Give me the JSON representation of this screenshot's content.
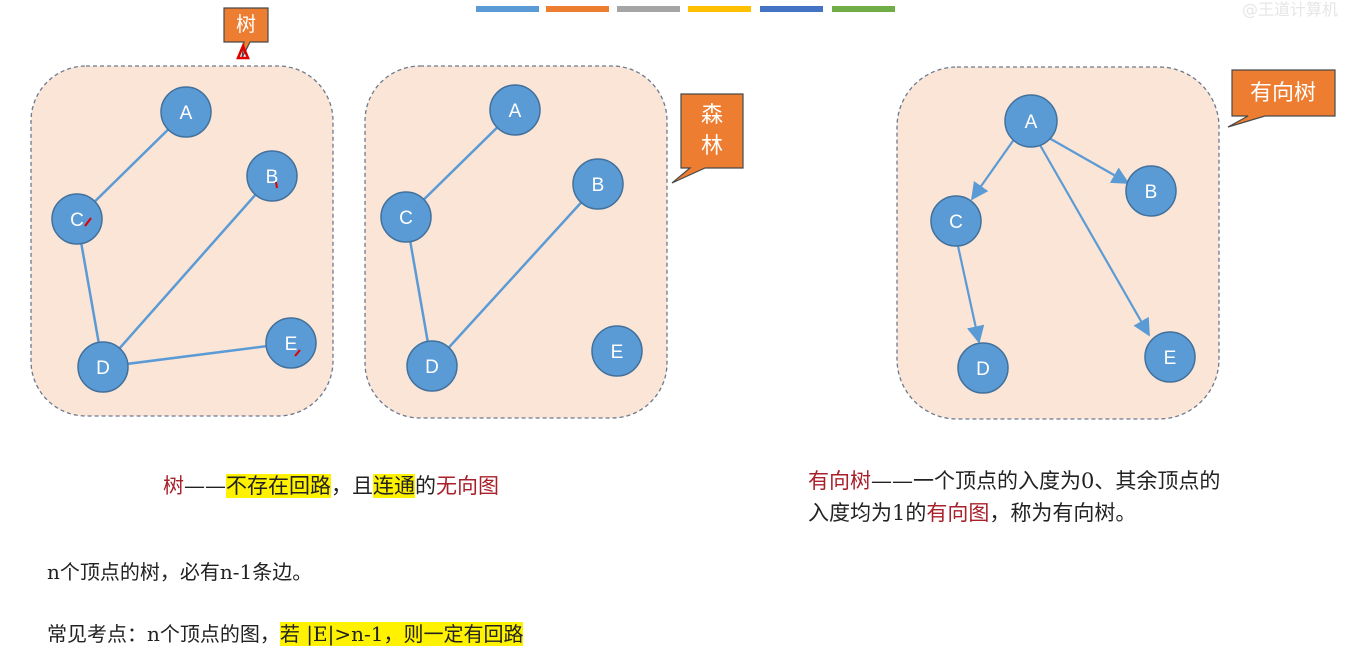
{
  "watermark": "@王道计算机",
  "color_bar": [
    "#5b9bd5",
    "#ed7d31",
    "#a5a5a5",
    "#ffc000",
    "#4472c4",
    "#70ad47"
  ],
  "colors": {
    "node": "#5b9bd5",
    "node_stroke": "#41719c",
    "edge": "#5b9bd5",
    "panel_fill": "#fbe5d6",
    "callout": "#ed7d31",
    "red_text": "#a8202a",
    "highlight": "#fff200"
  },
  "callouts": {
    "tree": "树",
    "forest_line1": "森",
    "forest_line2": "林",
    "directed_tree": "有向树"
  },
  "graphs": {
    "tree": {
      "nodes": [
        {
          "id": "A"
        },
        {
          "id": "B"
        },
        {
          "id": "C"
        },
        {
          "id": "D"
        },
        {
          "id": "E"
        }
      ],
      "edges": [
        [
          "A",
          "C"
        ],
        [
          "C",
          "D"
        ],
        [
          "B",
          "D"
        ],
        [
          "D",
          "E"
        ]
      ],
      "directed": false
    },
    "forest": {
      "nodes": [
        {
          "id": "A"
        },
        {
          "id": "B"
        },
        {
          "id": "C"
        },
        {
          "id": "D"
        },
        {
          "id": "E"
        }
      ],
      "edges": [
        [
          "A",
          "C"
        ],
        [
          "C",
          "D"
        ],
        [
          "B",
          "D"
        ]
      ],
      "directed": false
    },
    "directed_tree": {
      "nodes": [
        {
          "id": "A"
        },
        {
          "id": "B"
        },
        {
          "id": "C"
        },
        {
          "id": "D"
        },
        {
          "id": "E"
        }
      ],
      "edges": [
        [
          "A",
          "C"
        ],
        [
          "A",
          "B"
        ],
        [
          "A",
          "E"
        ],
        [
          "C",
          "D"
        ]
      ],
      "directed": true
    }
  },
  "text": {
    "tree_def": {
      "term": "树",
      "dash": "——",
      "hl1": "不存在回路",
      "mid1": "，且",
      "hl2": "连通",
      "mid2": "的",
      "end": "无向图"
    },
    "dtree_def": {
      "term": "有向树",
      "line1_rest": "——一个顶点的入度为0、其余顶点的",
      "line2_start": "入度均为1的",
      "line2_red": "有向图",
      "line2_end": "，称为有向树。"
    },
    "edge_fact": "n个顶点的树，必有n-1条边。",
    "exam_point": {
      "prefix": "常见考点：n个顶点的图，",
      "hl": "若 |E|>n-1，则一定有回路"
    }
  }
}
